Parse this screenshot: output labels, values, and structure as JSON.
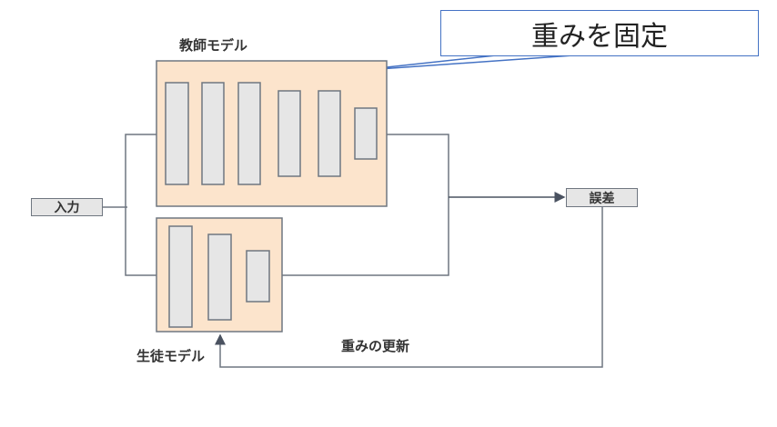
{
  "callout": {
    "text": "重みを固定"
  },
  "teacher": {
    "label": "教師モデル",
    "layers": 6
  },
  "student": {
    "label": "生徒モデル",
    "layers": 3
  },
  "input": {
    "label": "入力"
  },
  "error": {
    "label": "誤差"
  },
  "update": {
    "label": "重みの更新"
  },
  "colors": {
    "model_fill": "#fce4cc",
    "layer_fill": "#e6e6e6",
    "line": "#6f7680",
    "callout_border": "#4472c4"
  }
}
